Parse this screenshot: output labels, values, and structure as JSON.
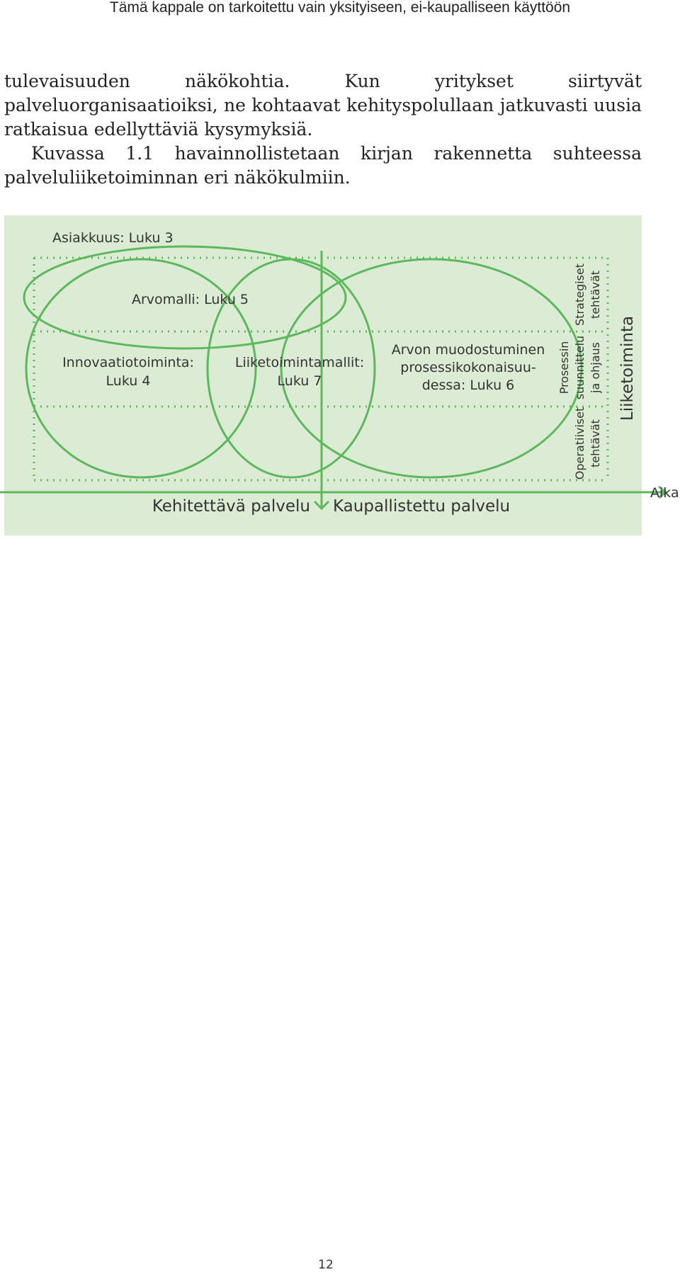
{
  "header": {
    "notice": "Tämä kappale on tarkoitettu vain yksityiseen, ei-kaupalliseen käyttöön"
  },
  "body": {
    "paragraph1": "tulevaisuuden näkökohtia. Kun yritykset siirtyvät palveluorganisaatioiksi, ne kohtaavat kehityspolullaan jatkuvasti uusia ratkaisua edellyttäviä kysymyksiä.",
    "paragraph2": "Kuvassa 1.1 havainnollistetaan kirjan rakennetta suhteessa palveluliiketoiminnan eri näkökulmiin."
  },
  "figure": {
    "colors": {
      "background": "#dcecd4",
      "line": "#5cb85c",
      "text": "#333333"
    },
    "labels": {
      "asiakkuus": "Asiakkuus: Luku 3",
      "arvomalli": "Arvomalli: Luku 5",
      "innovaatio_line1": "Innovaatiotoiminta:",
      "innovaatio_line2": "Luku 4",
      "liiketoimintamallit_line1": "Liiketoimintamallit:",
      "liiketoimintamallit_line2": "Luku 7",
      "arvon_line1": "Arvon muodostuminen",
      "arvon_line2": "prosessikokonaisuu-",
      "arvon_line3": "dessa: Luku 6",
      "kehitettava": "Kehitettävä palvelu",
      "kaupallistettu": "Kaupallistettu palvelu",
      "aika": "Aika",
      "strategiset_line1": "Strategiset",
      "strategiset_line2": "tehtävät",
      "prosessin_line1": "Prosessin",
      "prosessin_line2": "suunnittelu",
      "prosessin_line3": "ja ohjaus",
      "operatiiviset_line1": "Operatiiviset",
      "operatiiviset_line2": "tehtävät",
      "liiketoiminta": "Liiketoiminta"
    }
  },
  "page_number": "12"
}
